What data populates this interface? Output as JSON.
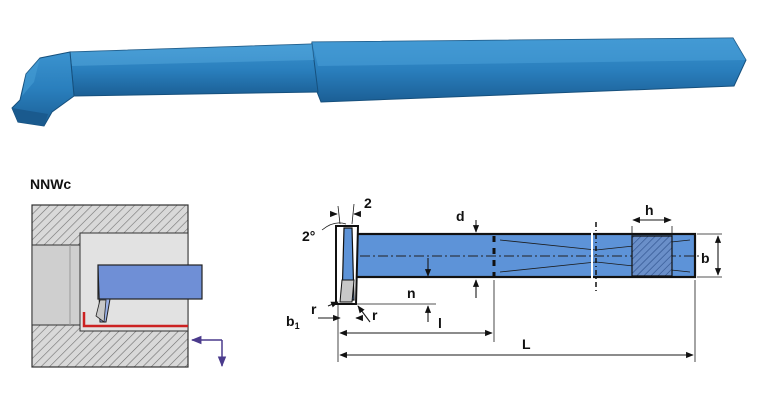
{
  "model_label": "NNWc",
  "dimension_labels": {
    "angle": "2°",
    "tip_length": "2",
    "d": "d",
    "h": "h",
    "b": "b",
    "n": "n",
    "r_left": "r",
    "r_right": "r",
    "b1": "b",
    "b1_sub": "1",
    "l": "l",
    "L": "L"
  },
  "colors": {
    "tool_blue": "#2a7fbd",
    "tool_blue_dark": "#1c5f94",
    "drawing_blue": "#5d93d8",
    "insert_grey": "#c8c8c8",
    "hatch_grey": "#8c8c8c",
    "bore_grey": "#cfcfcf",
    "cut_red": "#cc2222",
    "arrow_purple": "#4a3a8c",
    "outline": "#111111"
  }
}
